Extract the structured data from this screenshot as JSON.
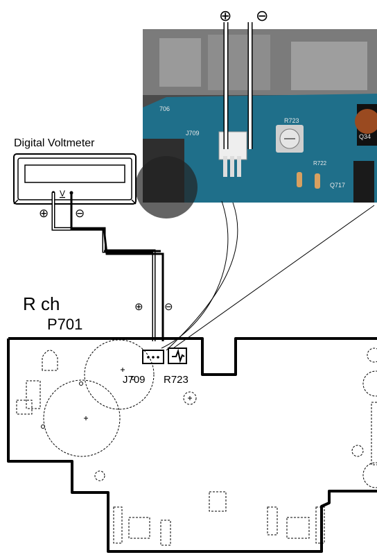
{
  "labels": {
    "meter_title": "Digital Voltmeter",
    "meter_unit": "V",
    "plus_symbol": "⊕",
    "minus_symbol": "⊖",
    "channel": "R ch",
    "board": "P701",
    "connector": "J709",
    "resistor": "R723",
    "photo_j709": "J709",
    "photo_r723": "R723",
    "photo_q717": "Q717",
    "photo_r722": "R722",
    "photo_706": "706",
    "photo_q34": "Q34"
  },
  "colors": {
    "line": "#000000",
    "photo_board": "#1f6f8a",
    "photo_dark": "#3a3a3a"
  }
}
